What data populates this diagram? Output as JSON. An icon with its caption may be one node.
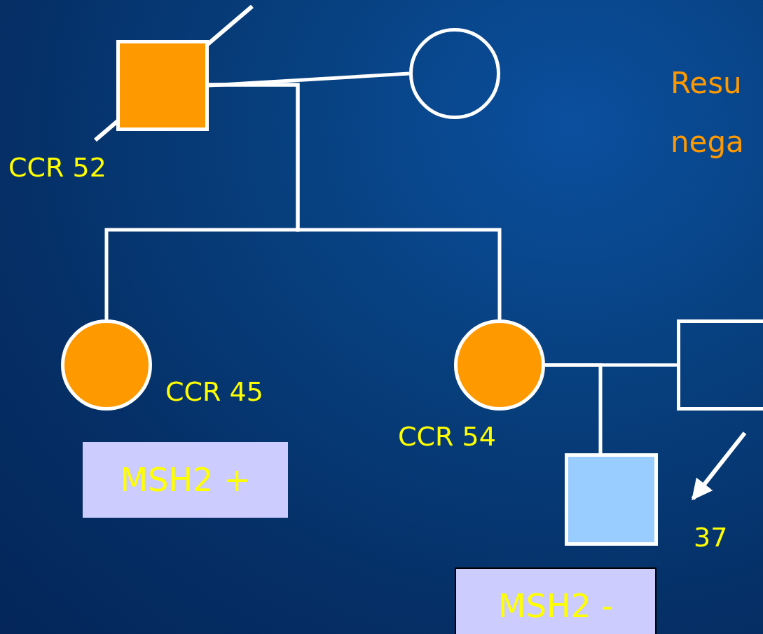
{
  "diagram": {
    "nodes": [
      {
        "text": [],
        "shape": "box",
        "beside": [
          "CCR 52"
        ]
      },
      {
        "text": [],
        "shape": "circle"
      },
      {
        "text": [],
        "shape": "circle",
        "beside": [
          "CCR 45"
        ]
      },
      {
        "text": [],
        "shape": "circle",
        "beside": [
          "CCR 54"
        ]
      },
      {
        "text": [],
        "shape": "box"
      },
      {
        "text": [],
        "shape": "box",
        "beside": [
          "37"
        ]
      },
      {
        "text": [
          "MSH2 +"
        ]
      },
      {
        "text": [
          "MSH2 -"
        ]
      }
    ],
    "edges": [
      {
        "from": 0,
        "to": 1,
        "arrow": "none"
      },
      {
        "from": 0,
        "to": 2,
        "arrow": "none"
      },
      {
        "from": 0,
        "to": 3,
        "arrow": "none"
      },
      {
        "from": 3,
        "to": 4,
        "arrow": "none"
      },
      {
        "from": 3,
        "to": 5,
        "arrow": "none"
      },
      {
        "from": null,
        "to": 5,
        "arrow": "to"
      }
    ],
    "labels": [
      "Resu",
      "nega"
    ]
  }
}
